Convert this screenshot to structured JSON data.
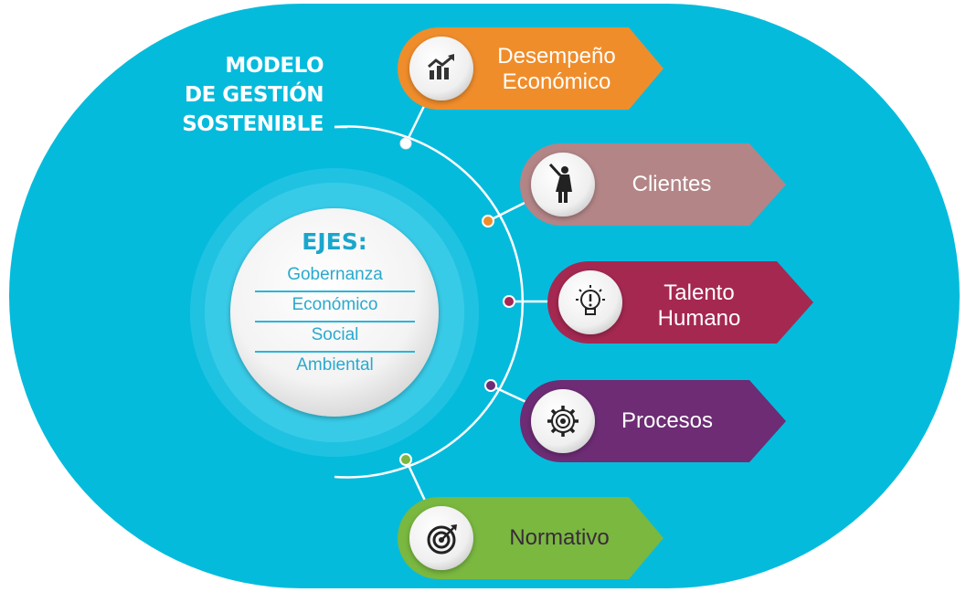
{
  "title": {
    "line1": "MODELO",
    "line2": "DE GESTIÓN",
    "line3": "SOSTENIBLE"
  },
  "ejes": {
    "heading": "EJES:",
    "items": [
      "Gobernanza",
      "Económico",
      "Social",
      "Ambiental"
    ]
  },
  "pillars": [
    {
      "line1": "Desempeño",
      "line2": "Económico",
      "color": "#f08d2b",
      "icon": "growth-chart-icon"
    },
    {
      "line1": "Clientes",
      "line2": "",
      "color": "#b38587",
      "icon": "person-raising-hand-icon"
    },
    {
      "line1": "Talento",
      "line2": "Humano",
      "color": "#a52851",
      "icon": "lightbulb-icon"
    },
    {
      "line1": "Procesos",
      "line2": "",
      "color": "#6d2c74",
      "icon": "gear-icon"
    },
    {
      "line1": "Normativo",
      "line2": "",
      "color": "#7ab840",
      "icon": "target-icon"
    }
  ],
  "colors": {
    "background": "#05bbdc",
    "ring": "#28c8e6",
    "line": "#ffffff"
  }
}
